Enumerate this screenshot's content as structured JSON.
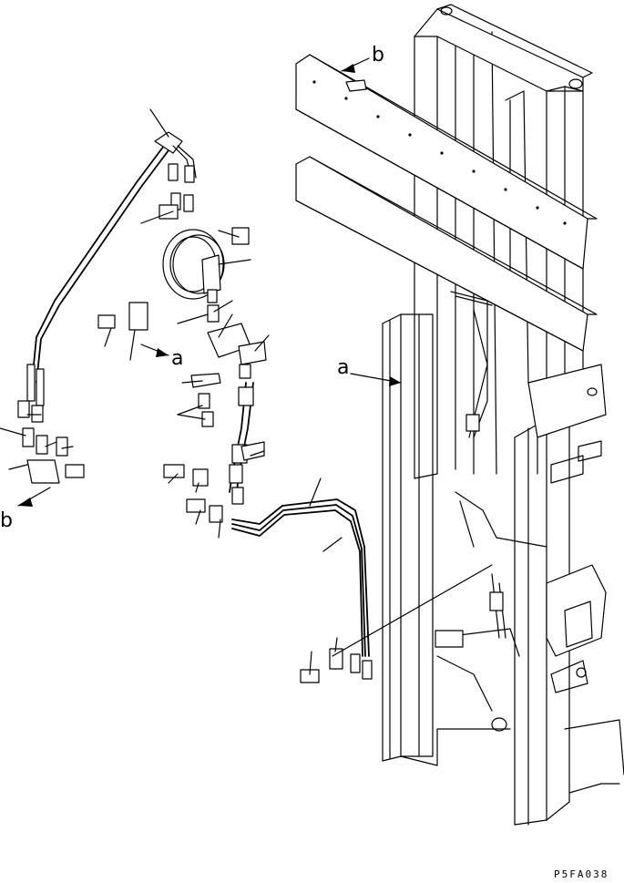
{
  "drawing": {
    "code": "P5FA038",
    "callouts": [
      {
        "id": "a",
        "text": "a"
      },
      {
        "id": "a",
        "text": "a"
      },
      {
        "id": "b",
        "text": "b"
      },
      {
        "id": "b",
        "text": "b"
      }
    ]
  }
}
